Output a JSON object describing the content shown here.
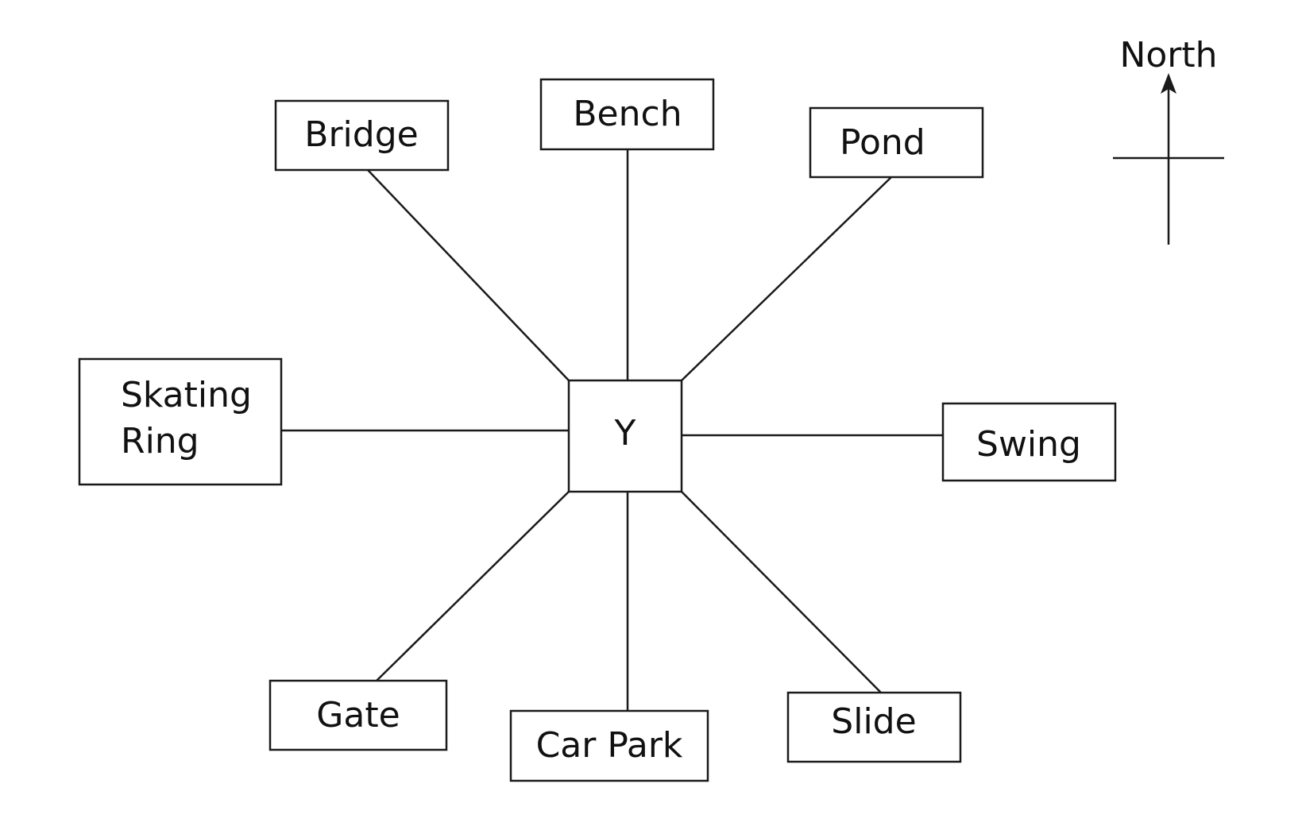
{
  "center": {
    "label": "Y"
  },
  "places": {
    "bridge": "Bridge",
    "bench": "Bench",
    "pond": "Pond",
    "skating_ring_line1": "Skating",
    "skating_ring_line2": "Ring",
    "swing": "Swing",
    "gate": "Gate",
    "car_park": "Car Park",
    "slide": "Slide"
  },
  "compass": {
    "label": "North"
  }
}
